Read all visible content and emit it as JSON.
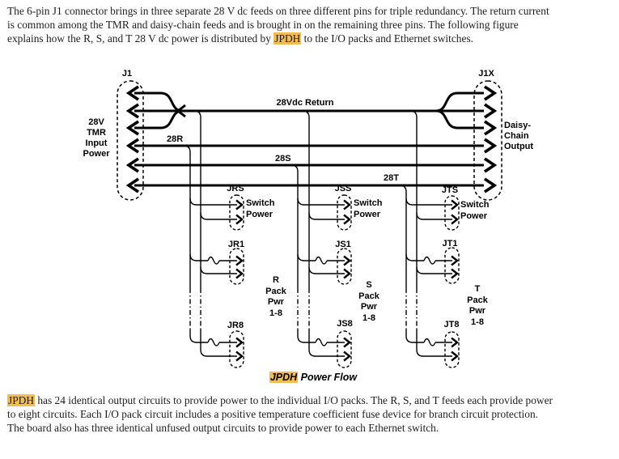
{
  "intro": {
    "line1": "The 6-pin J1 connector brings in three separate 28 V dc feeds on three different pins for triple redundancy. The return current",
    "line2": "is common among the TMR and daisy-chain feeds and is brought in on the remaining three pins. The following figure",
    "line3_pre": "explains how the R, S, and T 28 V dc power is distributed by ",
    "line3_hl": "JPDH",
    "line3_post": " to the I/O packs and Ethernet switches."
  },
  "outro": {
    "line1_hl": "JPDH",
    "line1_post": " has 24 identical output circuits to provide power to the individual I/O packs. The R, S, and T feeds each provide power",
    "line2": "to eight circuits. Each I/O pack circuit includes a positive temperature coefficient fuse device for branch circuit protection.",
    "line3": "The board also has three identical unfused output circuits to provide power to each Ethernet switch."
  },
  "caption": {
    "hl": "JPDH",
    "rest": " Power Flow"
  },
  "diagram": {
    "j1": "J1",
    "j1x": "J1X",
    "input_label": [
      "28V",
      "TMR",
      "Input",
      "Power"
    ],
    "output_label": [
      "Daisy-",
      "Chain",
      "Output"
    ],
    "bus": {
      "ret": "28Vdc Return",
      "r": "28R",
      "s": "28S",
      "t": "28T"
    },
    "switch_label": [
      "Switch",
      "Power"
    ],
    "r": {
      "jswitch": "JRS",
      "j1c": "JR1",
      "j8c": "JR8",
      "pack": [
        "R",
        "Pack",
        "Pwr",
        "1-8"
      ]
    },
    "s": {
      "jswitch": "JSS",
      "j1c": "JS1",
      "j8c": "JS8",
      "pack": [
        "S",
        "Pack",
        "Pwr",
        "1-8"
      ]
    },
    "t": {
      "jswitch": "JTS",
      "j1c": "JT1",
      "j8c": "JT8",
      "pack": [
        "T",
        "Pack",
        "Pwr",
        "1-8"
      ]
    }
  },
  "colors": {
    "highlight": "#F3BD4F"
  }
}
